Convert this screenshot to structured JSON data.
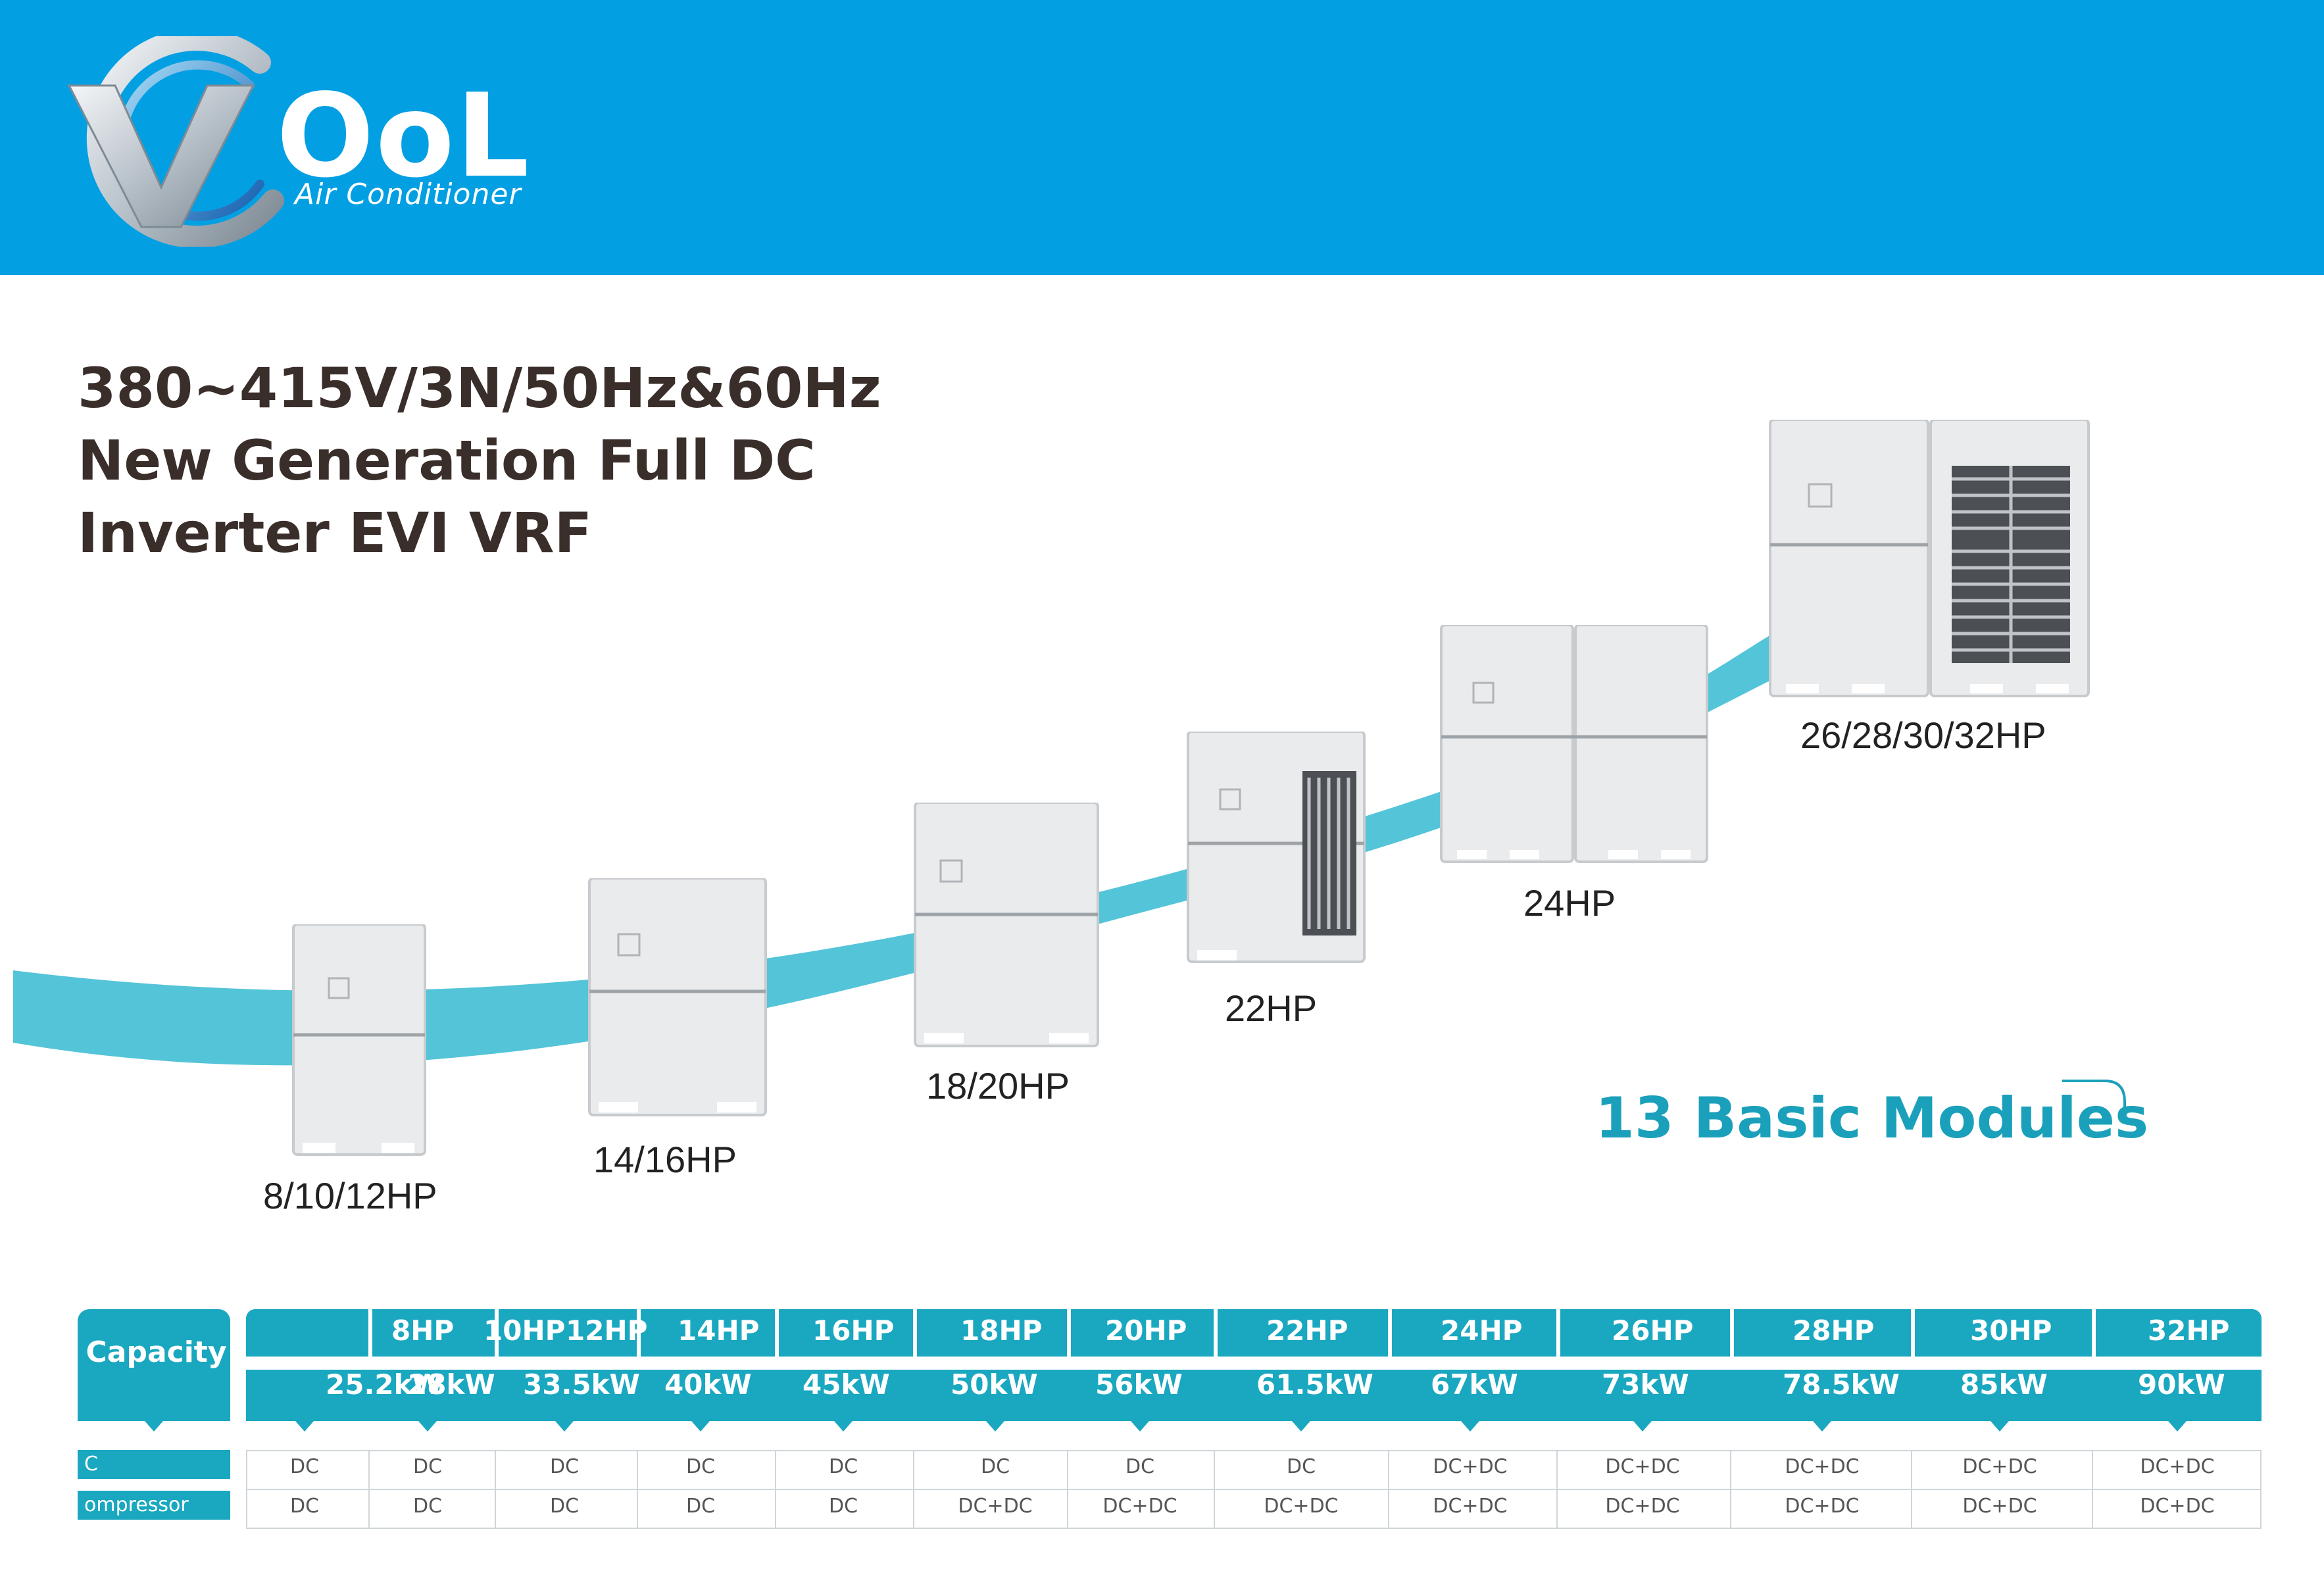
{
  "brand": {
    "logo_text": "OoL",
    "logo_subtitle": "Air Conditioner",
    "colors": {
      "header": "#039fe3",
      "teal": "#1aa7c0",
      "wave": "#54c4d8",
      "title": "#3a2e2b"
    }
  },
  "title": {
    "line1": "380~415V/3N/50Hz&60Hz",
    "line2": "New Generation Full DC",
    "line3": "Inverter EVI VRF"
  },
  "products": [
    {
      "label": "8/10/12HP"
    },
    {
      "label": "14/16HP"
    },
    {
      "label": "18/20HP"
    },
    {
      "label": "22HP"
    },
    {
      "label": "24HP"
    },
    {
      "label": "26/28/30/32HP"
    }
  ],
  "modules_text": "13 Basic Modules",
  "table": {
    "capacity_label": "Capacity",
    "compressor_label_1": "C",
    "compressor_label_2": "ompressor",
    "columns": [
      {
        "hp": "8HP",
        "kw": "25.2kW",
        "row1": "DC",
        "row2": "DC"
      },
      {
        "hp": "10HP",
        "kw": "28kW",
        "row1": "DC",
        "row2": "DC"
      },
      {
        "hp": "12HP",
        "kw": "33.5kW",
        "row1": "DC",
        "row2": "DC"
      },
      {
        "hp": "14HP",
        "kw": "40kW",
        "row1": "DC",
        "row2": "DC"
      },
      {
        "hp": "16HP",
        "kw": "45kW",
        "row1": "DC",
        "row2": "DC"
      },
      {
        "hp": "18HP",
        "kw": "50kW",
        "row1": "DC",
        "row2": "DC+DC"
      },
      {
        "hp": "20HP",
        "kw": "56kW",
        "row1": "DC",
        "row2": "DC+DC"
      },
      {
        "hp": "22HP",
        "kw": "61.5kW",
        "row1": "DC",
        "row2": "DC+DC"
      },
      {
        "hp": "24HP",
        "kw": "67kW",
        "row1": "DC+DC",
        "row2": "DC+DC"
      },
      {
        "hp": "26HP",
        "kw": "73kW",
        "row1": "DC+DC",
        "row2": "DC+DC"
      },
      {
        "hp": "28HP",
        "kw": "78.5kW",
        "row1": "DC+DC",
        "row2": "DC+DC"
      },
      {
        "hp": "30HP",
        "kw": "85kW",
        "row1": "DC+DC",
        "row2": "DC+DC"
      },
      {
        "hp": "32HP",
        "kw": "90kW",
        "row1": "DC+DC",
        "row2": "DC+DC"
      }
    ]
  }
}
